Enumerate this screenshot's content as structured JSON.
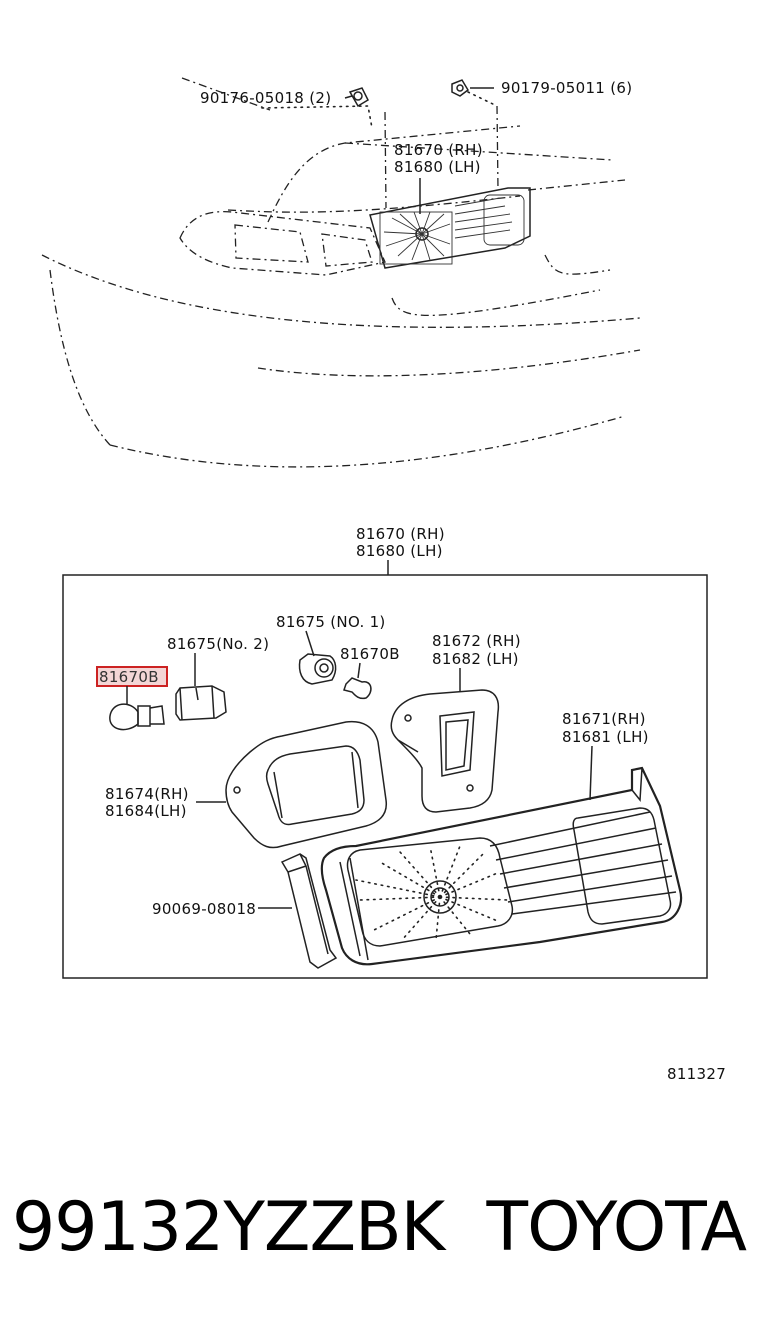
{
  "diagram": {
    "top_view": {
      "labels": [
        {
          "id": "screw",
          "text": "90176-05018 (2)"
        },
        {
          "id": "clip",
          "text": "90179-05011 (6)"
        },
        {
          "id": "lens-rh",
          "text": "81670 (RH)"
        },
        {
          "id": "lens-lh",
          "text": "81680 (LH)"
        }
      ]
    },
    "exploded_view": {
      "assembly_labels": [
        {
          "id": "assy-rh",
          "text": "81670 (RH)"
        },
        {
          "id": "assy-lh",
          "text": "81680 (LH)"
        }
      ],
      "part_labels": [
        {
          "id": "bulb",
          "text": "81670B",
          "highlighted": true
        },
        {
          "id": "socket-no2",
          "text": "81675(No. 2)"
        },
        {
          "id": "socket-no1",
          "text": "81675 (NO. 1)"
        },
        {
          "id": "wedge-bulb",
          "text": "81670B"
        },
        {
          "id": "gasket-rh",
          "text": "81672 (RH)"
        },
        {
          "id": "gasket-lh",
          "text": "81682 (LH)"
        },
        {
          "id": "lens-body-rh",
          "text": "81671(RH)"
        },
        {
          "id": "lens-body-lh",
          "text": "81681 (LH)"
        },
        {
          "id": "cover-rh",
          "text": "81674(RH)"
        },
        {
          "id": "cover-lh",
          "text": "81684(LH)"
        },
        {
          "id": "tape",
          "text": "90069-08018"
        }
      ]
    },
    "figure_number": "811327",
    "highlight_color": "#cc2222"
  },
  "footer": {
    "part_number": "99132YZZBK",
    "brand": "TOYOTA"
  }
}
